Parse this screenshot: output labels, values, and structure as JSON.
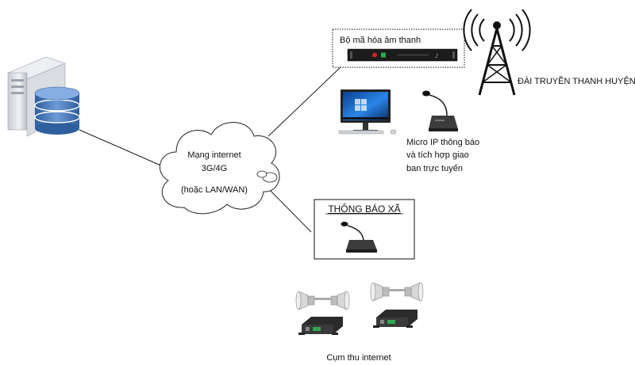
{
  "diagram": {
    "encoder_box_title": "Bộ mã hóa âm thanh",
    "radio_station_label": "ĐÀI TRUYỀN THANH HUYỆN",
    "cloud_label_line1": "Mạng internet",
    "cloud_label_line2": "3G/4G",
    "cloud_label_line3": "(hoặc LAN/WAN)",
    "micro_ip_line1": "Micro IP thông báo",
    "micro_ip_line2": "và tích hợp giao",
    "micro_ip_line3": "ban trực tuyến",
    "commune_box_title": "THÔNG BÁO XÃ",
    "receiver_cluster_label": "Cụm thu internet"
  },
  "colors": {
    "line": "#1a1a1a",
    "server_body": "#e4e6ea",
    "database_blue": "#4a78b4",
    "screen_blue": "#1f6fd1",
    "device_dark": "#2b2b2b",
    "horn_grey": "#d8d8d8",
    "led_red": "#d92020",
    "led_green": "#2fa84f"
  },
  "icons": [
    "server-database-icon",
    "radio-tower-icon",
    "encoder-rack-icon",
    "desktop-pc-icon",
    "ip-microphone-icon",
    "horn-speaker-icon",
    "internet-receiver-icon",
    "cloud-icon"
  ]
}
